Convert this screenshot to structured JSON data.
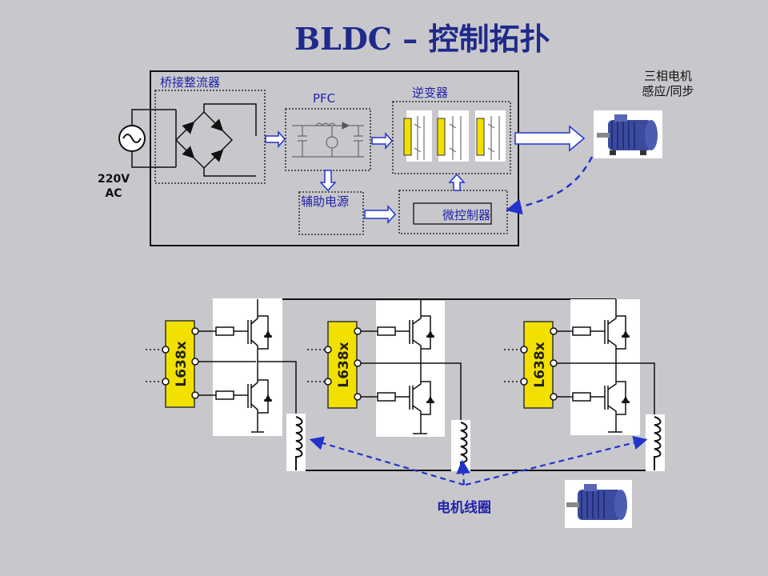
{
  "title": "BLDC – 控制拓扑",
  "blocks": {
    "bridge_rectifier": "桥接整流器",
    "pfc": "PFC",
    "inverter": "逆变器",
    "aux_power": "辅助电源",
    "mcu": "微控制器"
  },
  "source": {
    "voltage_line1": "220V",
    "voltage_line2": "AC"
  },
  "motor_label": {
    "line1": "三相电机",
    "line2": "感应/同步"
  },
  "driver_chip": "L638x",
  "coil_label": "电机线圈",
  "colors": {
    "title": "#1f2a8a",
    "label_blue": "#2222aa",
    "chip_fill": "#f2e000",
    "arrow": "#2233cc",
    "background": "#c8c8cc"
  }
}
